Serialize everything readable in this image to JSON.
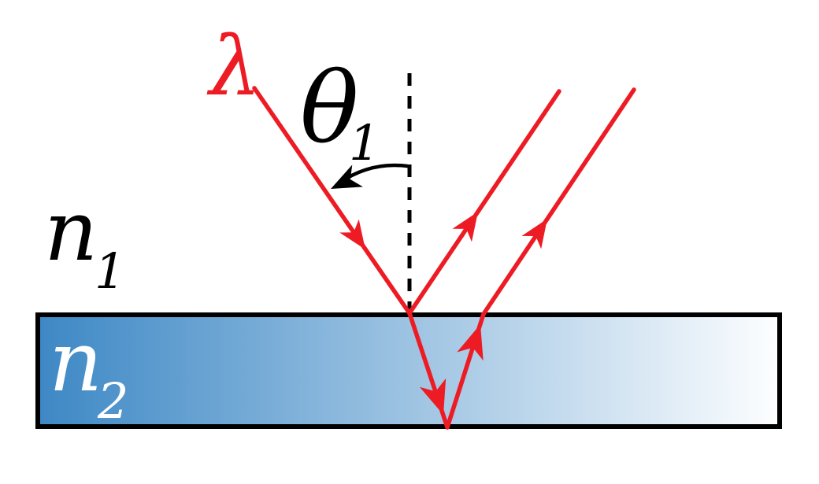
{
  "labels": {
    "lambda": "λ",
    "theta": "θ",
    "theta_sub": "1",
    "n1_base": "n",
    "n1_sub": "1",
    "n2_base": "n",
    "n2_sub": "2"
  },
  "colors": {
    "ray-red": "#ED1C24",
    "ink-black": "#000000",
    "film-left": "#3D88C5",
    "film-right": "#FDFEFF",
    "label-white": "#FFFFFF",
    "background": "#FFFFFF"
  }
}
